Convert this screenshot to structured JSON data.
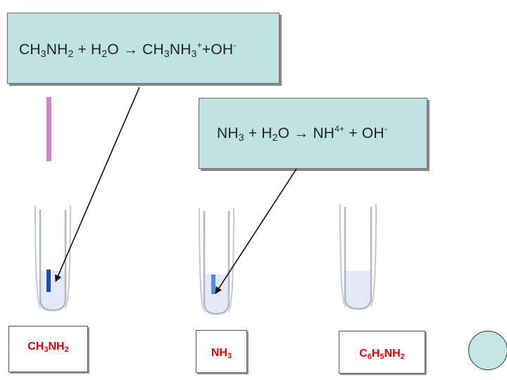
{
  "callouts": {
    "methylamine": {
      "p1": "CH",
      "s1": "3",
      "p2": "NH",
      "s2": "2",
      "p3": " + H",
      "s3": "2",
      "p4": "O → CH",
      "s4": "3",
      "p5": "NH",
      "s5": "3",
      "sup1": "+",
      "p6": "+OH",
      "sup2": "-"
    },
    "ammonia": {
      "p1": "NH",
      "s1": "3",
      "p2": " + H",
      "s2": "2",
      "p3": "O → NH",
      "sup1": "4+",
      "p4": " + OH",
      "sup2": "-"
    }
  },
  "labels": {
    "methylamine": {
      "a": "CH",
      "a_sub": "3",
      "b": "NH",
      "b_sub": "2"
    },
    "ammonia": {
      "a": "NH",
      "a_sub": "3"
    },
    "aniline": {
      "a": "C",
      "a_sub": "6",
      "b": "H",
      "b_sub": "5",
      "c": "NH",
      "c_sub": "2"
    }
  },
  "colors": {
    "callout_bg": "#bfe2e2",
    "label_text": "#e00000",
    "indicator_strip": "#cc88c4",
    "liquid": "#e6e8fa",
    "paper_methylamine": "#1a4fa8",
    "paper_ammonia": "#4f8fe0"
  },
  "icons": {
    "indicator_strip": "ph-paper-strip",
    "tubes": "test-tube",
    "arrows": "pointer-arrow"
  }
}
